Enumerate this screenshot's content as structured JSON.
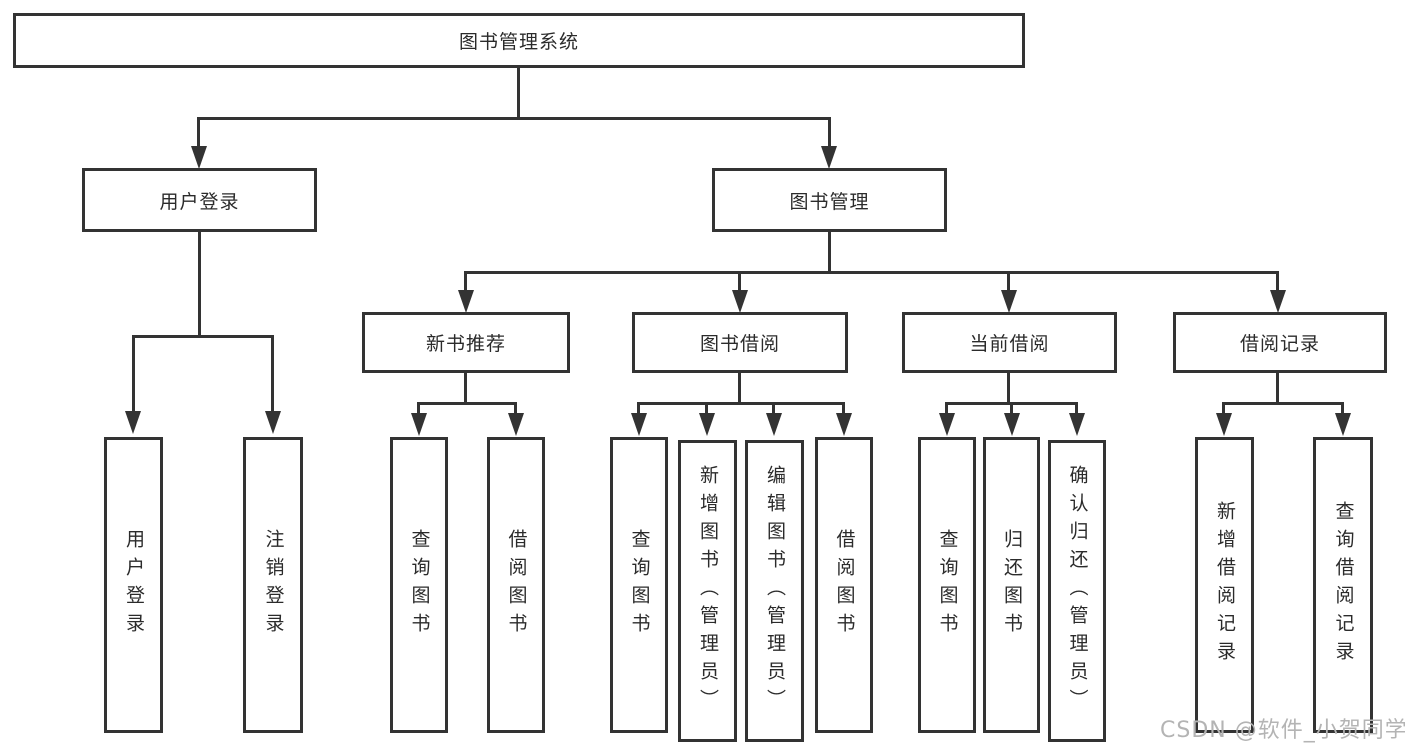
{
  "root": {
    "label": "图书管理系统"
  },
  "level2": {
    "user_login": {
      "label": "用户登录"
    },
    "book_mgmt": {
      "label": "图书管理"
    }
  },
  "level3": {
    "new_book_rec": {
      "label": "新书推荐"
    },
    "book_borrow": {
      "label": "图书借阅"
    },
    "current_borrow": {
      "label": "当前借阅"
    },
    "borrow_record": {
      "label": "借阅记录"
    }
  },
  "leaves": {
    "user_login": {
      "label": "用户登录"
    },
    "logout": {
      "label": "注销登录"
    },
    "query_book_rec": {
      "label": "查询图书"
    },
    "borrow_book_rec": {
      "label": "借阅图书"
    },
    "query_book_borrow": {
      "label": "查询图书"
    },
    "add_book_admin": {
      "label": "新增图书（管理员）"
    },
    "edit_book_admin": {
      "label": "编辑图书（管理员）"
    },
    "borrow_book_borrow": {
      "label": "借阅图书"
    },
    "query_book_current": {
      "label": "查询图书"
    },
    "return_book": {
      "label": "归还图书"
    },
    "confirm_return_admin": {
      "label": "确认归还（管理员）"
    },
    "add_borrow_record": {
      "label": "新增借阅记录"
    },
    "query_borrow_record": {
      "label": "查询借阅记录"
    }
  },
  "watermark": "CSDN @软件_小贺同学",
  "colors": {
    "line": "#333333",
    "text": "#2b2b2b",
    "watermark": "#b4b4b4"
  }
}
